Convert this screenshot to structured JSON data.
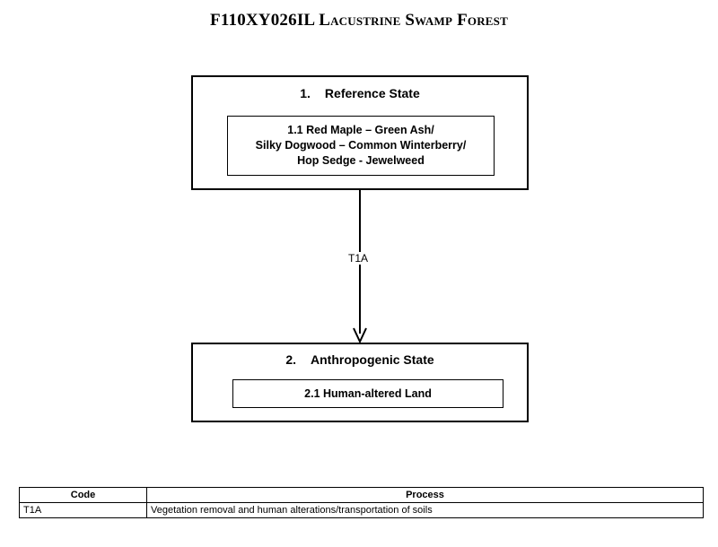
{
  "title": {
    "code": "F110XY026IL",
    "name": "Lacustrine Swamp Forest"
  },
  "states": [
    {
      "number": "1.",
      "name": "Reference State",
      "phases": [
        {
          "lines": [
            "1.1 Red Maple – Green Ash/",
            "Silky Dogwood – Common Winterberry/",
            "Hop Sedge - Jewelweed"
          ]
        }
      ]
    },
    {
      "number": "2.",
      "name": "Anthropogenic State",
      "phases": [
        {
          "lines": [
            "2.1 Human-altered Land"
          ]
        }
      ]
    }
  ],
  "transitions": [
    {
      "code": "T1A",
      "from": "1",
      "to": "2"
    }
  ],
  "legend": {
    "headers": [
      "Code",
      "Process"
    ],
    "rows": [
      {
        "code": "T1A",
        "process": "Vegetation removal and human alterations/transportation of soils"
      }
    ]
  }
}
